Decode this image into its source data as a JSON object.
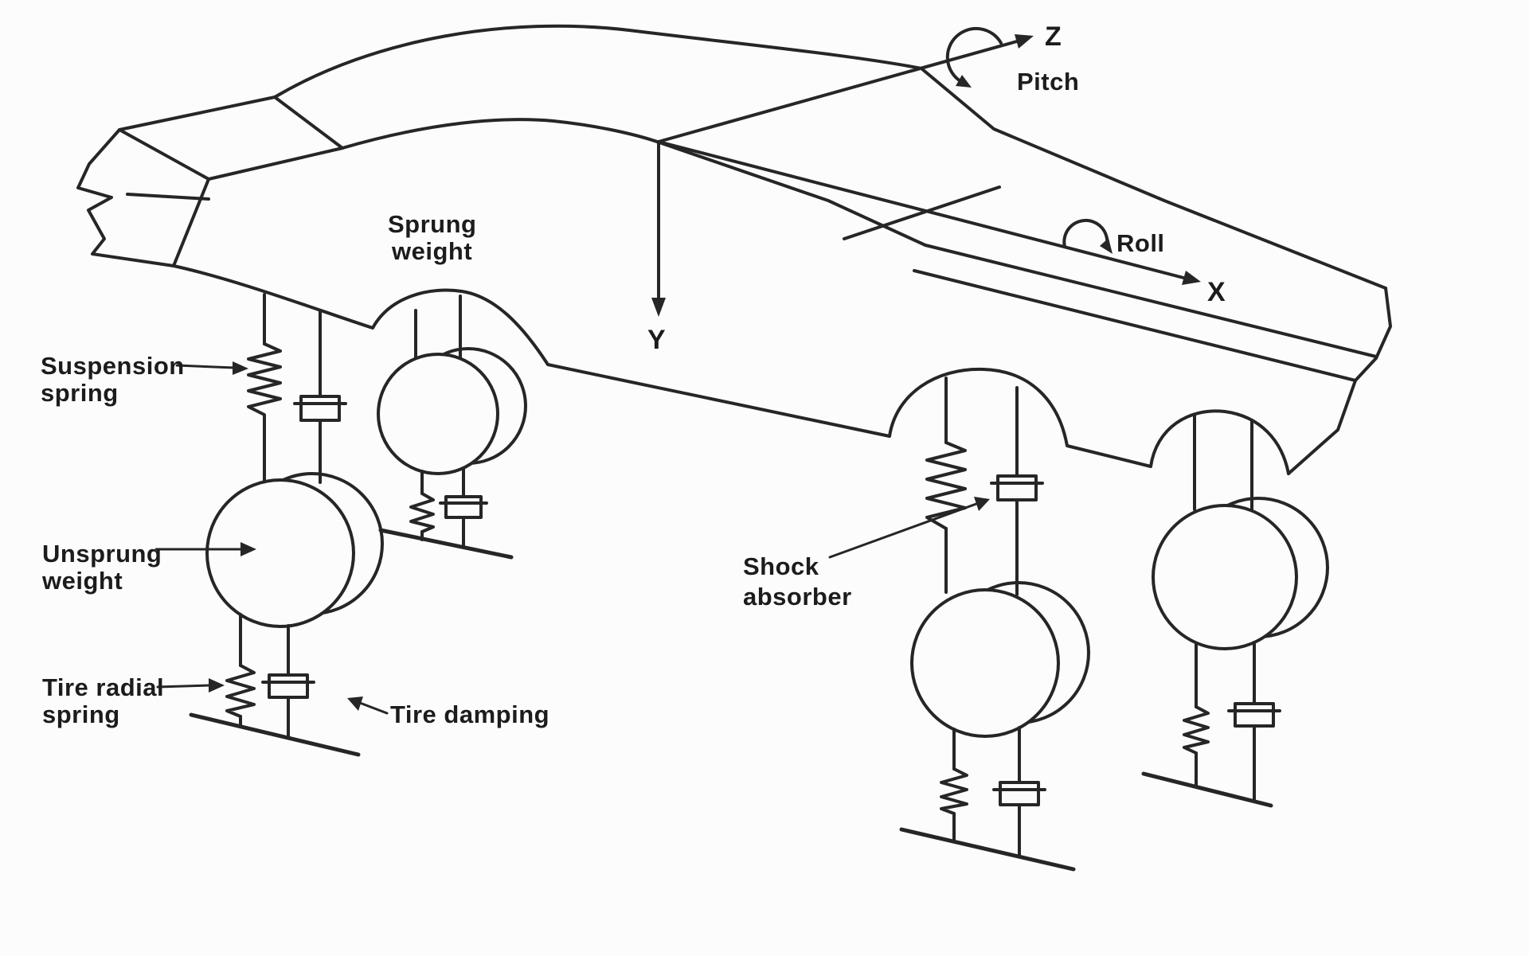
{
  "diagram": {
    "labels": {
      "sprung_weight_line1": "Sprung",
      "sprung_weight_line2": "weight",
      "suspension_spring_line1": "Suspension",
      "suspension_spring_line2": "spring",
      "unsprung_weight_line1": "Unsprung",
      "unsprung_weight_line2": "weight",
      "tire_radial_spring_line1": "Tire radial",
      "tire_radial_spring_line2": "spring",
      "tire_damping": "Tire damping",
      "shock_absorber_line1": "Shock",
      "shock_absorber_line2": "absorber",
      "pitch": "Pitch",
      "roll": "Roll"
    },
    "axes": {
      "x": "X",
      "y": "Y",
      "z": "Z"
    },
    "colors": {
      "line": "#262626",
      "text": "#1c1c1c",
      "background": "#fcfcfc",
      "arrow": "#262626"
    }
  }
}
